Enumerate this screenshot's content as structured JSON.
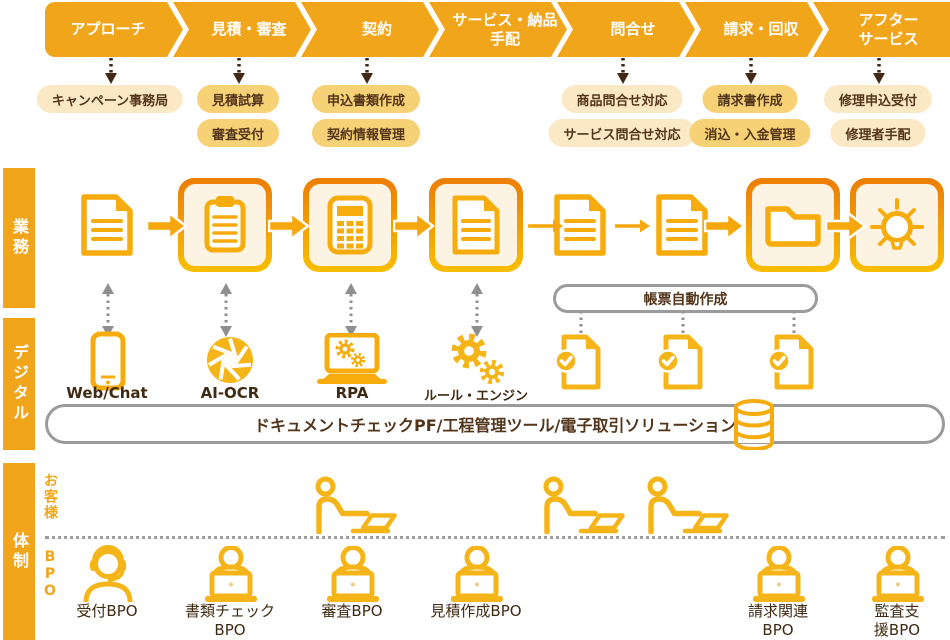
{
  "palette": {
    "band_orange": "#F1A51B",
    "box_border_top": "#EC7D04",
    "box_border_bottom": "#F9BE00",
    "box_fill": "#FCF3E2",
    "icon_yellow": "#F5AC0C",
    "arrow_orange": "#F6A70B",
    "pill_light": "#FBE9C6",
    "pill_dark": "#F6D176",
    "text_brown": "#53351B",
    "gray": "#9B9B9B",
    "dark_brown_arrow": "#3F2814"
  },
  "process_steps": [
    {
      "label": "アプローチ"
    },
    {
      "label": "見積・審査"
    },
    {
      "label": "契約"
    },
    {
      "label": "サービス・納品\n手配"
    },
    {
      "label": "問合せ"
    },
    {
      "label": "請求・回収"
    },
    {
      "label": "アフター\nサービス"
    }
  ],
  "task_pills": [
    {
      "label": "キャンペーン事務局",
      "variant": "light"
    },
    {
      "label": "見積試算",
      "variant": "dark"
    },
    {
      "label": "審査受付",
      "variant": "dark"
    },
    {
      "label": "申込書類作成",
      "variant": "dark"
    },
    {
      "label": "契約情報管理",
      "variant": "dark"
    },
    {
      "label": "商品問合せ対応",
      "variant": "light"
    },
    {
      "label": "サービス問合せ対応",
      "variant": "light"
    },
    {
      "label": "請求書作成",
      "variant": "dark"
    },
    {
      "label": "消込・入金管理",
      "variant": "dark"
    },
    {
      "label": "修理申込受付",
      "variant": "light"
    },
    {
      "label": "修理者手配",
      "variant": "light"
    }
  ],
  "row_labels": {
    "business": "業務",
    "digital": "デジタル",
    "structure": "体制",
    "customer": "お客様",
    "bpo": "BPO"
  },
  "banners": {
    "form_auto": "帳票自動作成",
    "platform": "ドキュメントチェックPF/工程管理ツール/電子取引ソリューション"
  },
  "business_flow_icons": [
    "document",
    "clipboard",
    "calculator",
    "document",
    "document",
    "document",
    "folder",
    "lightbulb"
  ],
  "digital_tools": [
    {
      "label": "Web/Chat",
      "icon": "smartphone"
    },
    {
      "label": "AI-OCR",
      "icon": "aperture"
    },
    {
      "label": "RPA",
      "icon": "laptop-gears"
    },
    {
      "label": "ルール・エンジン",
      "icon": "gears"
    }
  ],
  "digital_extra_icons": [
    "document-check",
    "document-check",
    "document-check",
    "database"
  ],
  "bpo_roles": [
    {
      "label": "受付BPO",
      "icon": "headset-person"
    },
    {
      "label": "書類チェック\nBPO",
      "icon": "laptop-person"
    },
    {
      "label": "審査BPO",
      "icon": "laptop-person"
    },
    {
      "label": "見積作成BPO",
      "icon": "laptop-person"
    },
    {
      "label": "請求関連\nBPO",
      "icon": "laptop-person"
    },
    {
      "label": "監査支援BPO",
      "icon": "laptop-person"
    }
  ],
  "customer_icons": [
    "person-at-laptop",
    "person-at-laptop",
    "person-at-laptop"
  ]
}
